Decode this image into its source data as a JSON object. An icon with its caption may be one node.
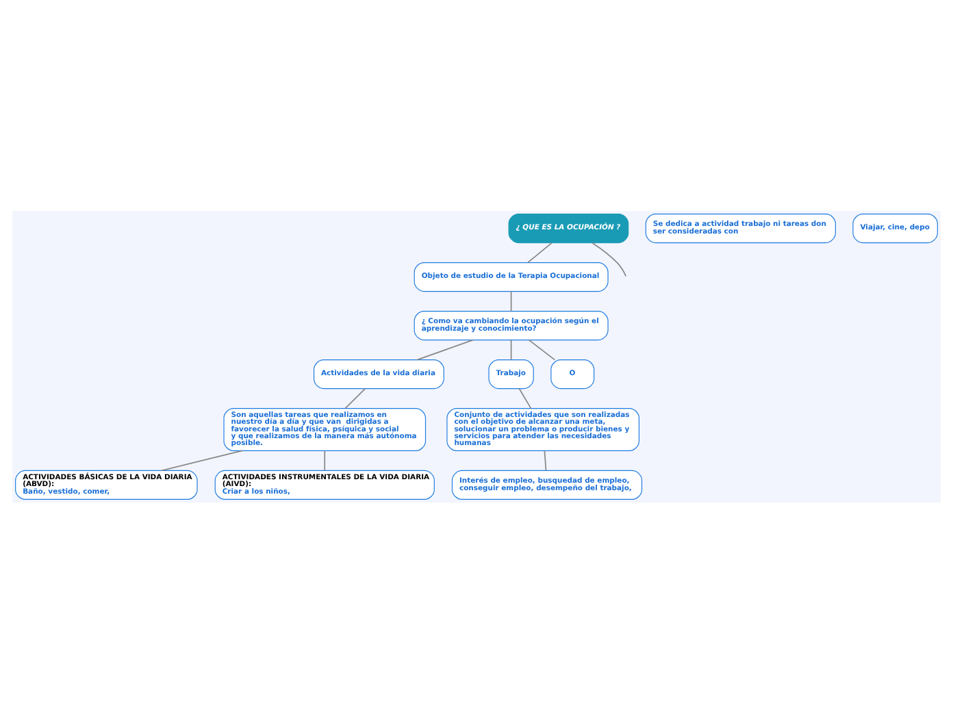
{
  "diagram": {
    "nodes": [
      {
        "text": [
          "¿ QUE ES LA OCUPACIÓN ?"
        ]
      },
      {
        "text": [
          "Objeto de estudio de la Terapia Ocupacional"
        ]
      },
      {
        "text": [
          "¿ Como va cambiando la ocupación según el aprendizaje y conocimiento?"
        ]
      },
      {
        "text": [
          "Actividades de la vida diaria"
        ]
      },
      {
        "text": [
          "Trabajo"
        ]
      },
      {
        "text": [
          "O"
        ]
      },
      {
        "text": [
          "Son aquellas tareas que realizamos en nuestro día a día y que van  dirigidas a favorecer la salud física, psíquica y social y que realizamos de la manera más autónoma posible."
        ]
      },
      {
        "text": [
          "ACTIVIDADES BÁSICAS DE LA VIDA DIARIA (ABVD):",
          "Baño, vestido, comer,"
        ]
      },
      {
        "text": [
          "ACTIVIDADES INSTRUMENTALES DE LA VIDA DIARIA (AIVD):",
          "Criar a los niños,"
        ]
      },
      {
        "text": [
          "Conjunto de actividades que son realizadas con el objetivo de alcanzar una meta, solucionar un problema o producir bienes y servicios para atender las necesidades humanas"
        ]
      },
      {
        "text": [
          "Interés de empleo, busquedad de empleo, conseguir empleo, desempeño del trabajo,"
        ]
      },
      {
        "text": [
          "Se dedica a actividad trabajo ni tareas don ser consideradas con"
        ]
      },
      {
        "text": [
          "Viajar, cine, depo"
        ]
      }
    ],
    "edges": [
      {
        "from": 0,
        "to": null,
        "arrow": "none"
      },
      {
        "from": 0,
        "to": 1,
        "arrow": "none"
      },
      {
        "from": 1,
        "to": 2,
        "arrow": "none"
      },
      {
        "from": 2,
        "to": 3,
        "arrow": "none"
      },
      {
        "from": 2,
        "to": 4,
        "arrow": "none"
      },
      {
        "from": 2,
        "to": 5,
        "arrow": "none"
      },
      {
        "from": 3,
        "to": 6,
        "arrow": "none"
      },
      {
        "from": 6,
        "to": 7,
        "arrow": "none"
      },
      {
        "from": 6,
        "to": 8,
        "arrow": "none"
      },
      {
        "from": 4,
        "to": 9,
        "arrow": "none"
      },
      {
        "from": 9,
        "to": 10,
        "arrow": "none"
      }
    ]
  }
}
